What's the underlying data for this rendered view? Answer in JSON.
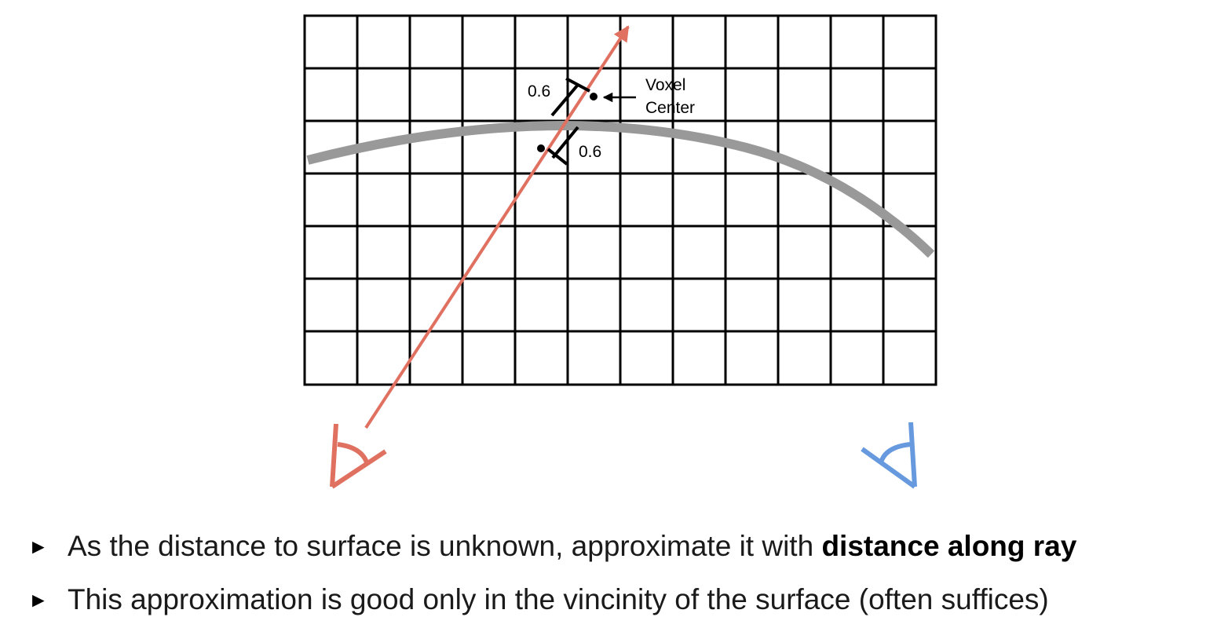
{
  "labels": {
    "voxel_center_line1": "Voxel",
    "voxel_center_line2": "Center",
    "dist_upper": "0.6",
    "dist_lower": "0.6"
  },
  "icons": {
    "bullet_marker": "►",
    "left_camera": "camera-eye-icon",
    "right_camera": "camera-eye-icon"
  },
  "colors": {
    "ray": "#e07060",
    "surface": "#999999",
    "right_camera": "#6699dd"
  },
  "bullets": [
    {
      "text": "As the distance to surface is unknown, approximate it with ",
      "bold": "distance along ray"
    },
    {
      "text": "This approximation is good only in the vincinity of the surface (often suffices)",
      "bold": ""
    }
  ]
}
